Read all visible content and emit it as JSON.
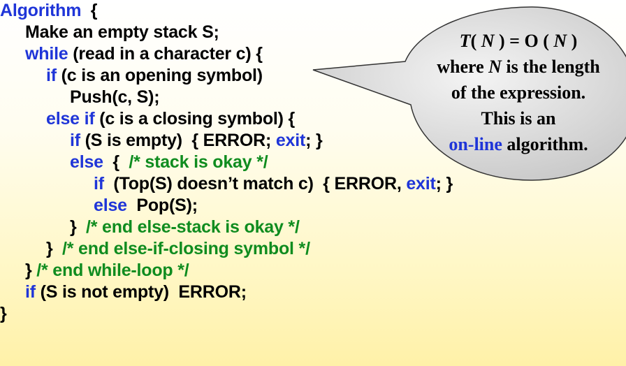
{
  "colors": {
    "keyword": "#1f35d8",
    "text": "#000000",
    "comment": "#0f8c1f",
    "bubble_fill": "#d6d6d6"
  },
  "code": {
    "l1": {
      "kw": "Algorithm",
      "rest": "  {"
    },
    "l2": {
      "text": "Make an empty stack S;"
    },
    "l3": {
      "kw": "while",
      "rest": " (read in a character c) {"
    },
    "l4": {
      "kw": "if",
      "rest": " (c is an opening symbol)"
    },
    "l5": {
      "text": "Push(c, S);"
    },
    "l6": {
      "kw": "else if",
      "rest": " (c is a closing symbol) {"
    },
    "l7": {
      "kw": "if",
      "rest": " (S is empty)  { ERROR; ",
      "kw2": "exit",
      "rest2": "; }"
    },
    "l8": {
      "kw": "else",
      "rest": "  {  ",
      "comment": "/* stack is okay */"
    },
    "l9": {
      "kw": "if",
      "rest": "  (Top(S) doesn’t match c)  { ERROR, ",
      "kw2": "exit",
      "rest2": "; }"
    },
    "l10": {
      "kw": "else",
      "rest": "  Pop(S);"
    },
    "l11": {
      "rest": "}  ",
      "comment": "/* end else-stack is okay */"
    },
    "l12": {
      "rest": "}  ",
      "comment": "/* end else-if-closing symbol */"
    },
    "l13": {
      "rest": "} ",
      "comment": "/* end while-loop */"
    },
    "l14": {
      "kw": "if",
      "rest": " (S is not empty)  ERROR;"
    },
    "l15": {
      "rest": "}"
    }
  },
  "bubble": {
    "line1_T": "T",
    "line1_a": "( ",
    "line1_N": "N",
    "line1_b": " ) = O ( ",
    "line1_N2": "N",
    "line1_c": " )",
    "line2_a": "where ",
    "line2_N": "N",
    "line2_b": " is the length",
    "line3": "of the expression.",
    "line4": "This is an",
    "line5_kw": "on-line",
    "line5_rest": " algorithm."
  }
}
